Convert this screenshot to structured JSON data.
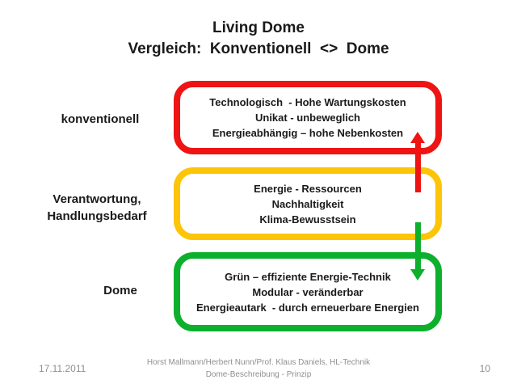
{
  "title": {
    "line1": "Living Dome",
    "line2": "Vergleich:  Konventionell  <>  Dome"
  },
  "labels": {
    "konventionell": "konventionell",
    "verantwortung_line1": "Verantwortung,",
    "verantwortung_line2": "Handlungsbedarf",
    "dome": "Dome"
  },
  "boxes": [
    {
      "name": "konventionell",
      "border_color": "#ee1414",
      "lines": [
        "Technologisch  - Hohe Wartungskosten",
        "Unikat - unbeweglich",
        "Energieabhängig – hohe Nebenkosten"
      ]
    },
    {
      "name": "verantwortung-handlungsbedarf",
      "border_color": "#fdc408",
      "lines": [
        "Energie - Ressourcen",
        "Nachhaltigkeit",
        "Klima-Bewusstsein"
      ]
    },
    {
      "name": "dome",
      "border_color": "#0db02c",
      "lines": [
        "Grün – effiziente Energie-Technik",
        "Modular - veränderbar",
        "Energieautark  - durch erneuerbare Energien"
      ]
    }
  ],
  "arrows": [
    {
      "name": "up-arrow",
      "direction": "up",
      "color": "#ee1414"
    },
    {
      "name": "down-arrow",
      "direction": "down",
      "color": "#0db02c"
    }
  ],
  "footer": {
    "date": "17.11.2011",
    "credit_line1": "Horst Mallmann/Herbert Nunn/Prof. Klaus Daniels, HL-Technik",
    "credit_line2": "Dome-Beschreibung - Prinzip",
    "page_number": "10"
  }
}
